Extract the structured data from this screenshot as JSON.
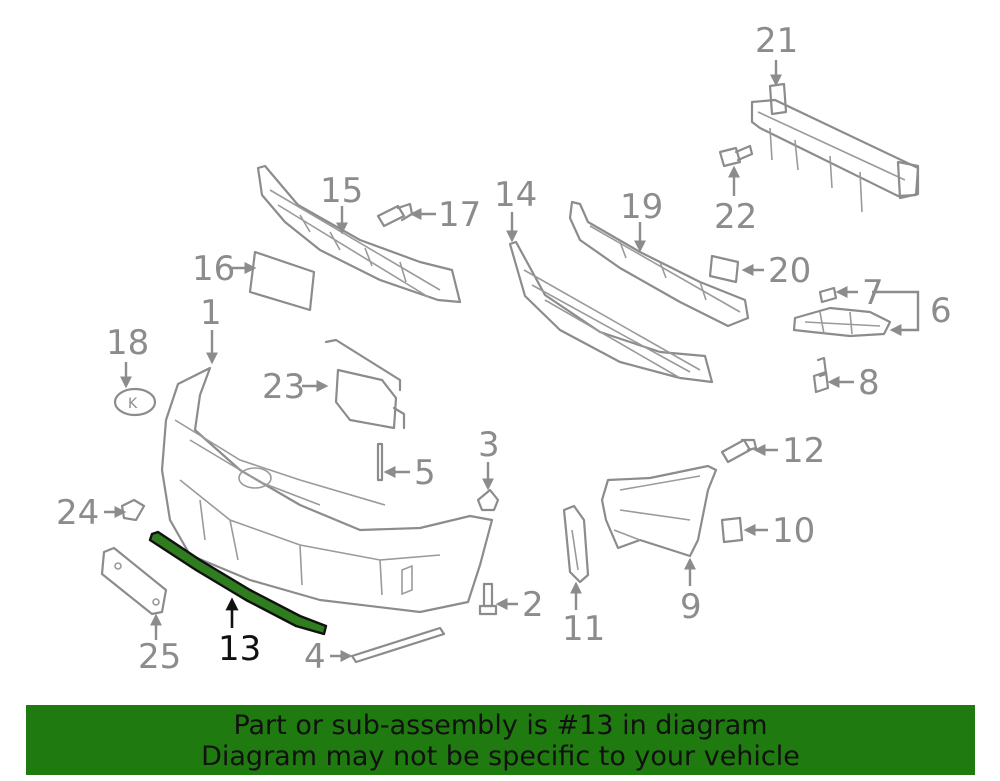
{
  "callouts": {
    "c1": "1",
    "c2": "2",
    "c3": "3",
    "c4": "4",
    "c5": "5",
    "c6": "6",
    "c7": "7",
    "c8": "8",
    "c9": "9",
    "c10": "10",
    "c11": "11",
    "c12": "12",
    "c13": "13",
    "c14": "14",
    "c15": "15",
    "c16": "16",
    "c17": "17",
    "c18": "18",
    "c19": "19",
    "c20": "20",
    "c21": "21",
    "c22": "22",
    "c23": "23",
    "c24": "24",
    "c25": "25"
  },
  "banner": {
    "line1": "Part or sub-assembly is #13 in diagram",
    "line2": "Diagram may not be specific to your vehicle",
    "background": "#1f7a10"
  },
  "highlighted_part": "13"
}
